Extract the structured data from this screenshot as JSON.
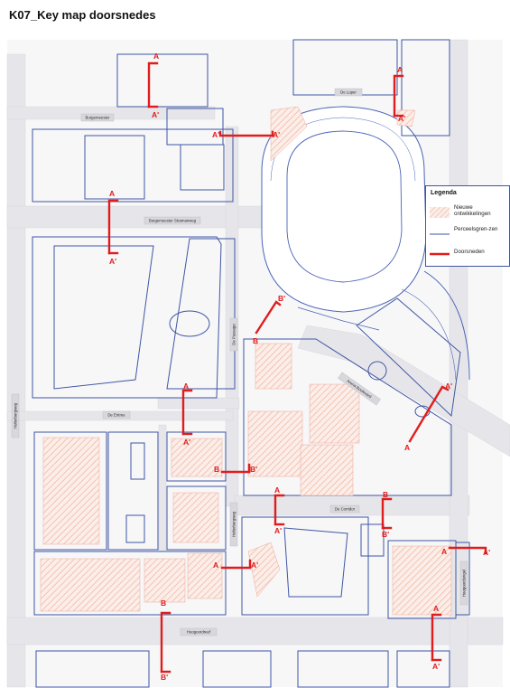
{
  "title": "K07_Key map doorsnedes",
  "legend": {
    "title": "Legenda",
    "items": [
      {
        "label": "Nieuwe ontwikkelingen",
        "key": "new_development"
      },
      {
        "label": "Perceelsgren-zen",
        "key": "parcel_boundaries"
      },
      {
        "label": "Doorsneden",
        "key": "sections"
      }
    ]
  },
  "colors": {
    "road": "#e9e9ec",
    "parcel_line": "#3f56a3",
    "building_line": "#4b64b5",
    "hatch": "#f1b8a8",
    "section": "#e01d1d"
  },
  "streets": {
    "de_loper": "De Loper",
    "burgemeester_1": "Burgemeester",
    "burgemeester_stramanweg": "Burgemeester Stramanweg",
    "de_passage": "De Passage",
    "de_entree": "De Entree",
    "arena_boulevard": "Arena Boulevard",
    "de_corridor": "De Corridor",
    "hoogoordreef": "Hoogoordreef",
    "holterbergweg_left": "Holterbergweg",
    "holterbergweg_mid": "Holterbergweg",
    "hoogoordsingel": "Hoogoordsingel"
  },
  "sections": [
    {
      "id": "s1",
      "start": "A",
      "end": "A'"
    },
    {
      "id": "s2",
      "start": "A",
      "end": "A'"
    },
    {
      "id": "s3",
      "start": "A'",
      "end": "A'"
    },
    {
      "id": "s4",
      "start": "A",
      "end": "A'"
    },
    {
      "id": "s5",
      "start": "B",
      "end": "B'"
    },
    {
      "id": "s6",
      "start": "A",
      "end": "A'"
    },
    {
      "id": "s7",
      "start": "A'",
      "end": "A"
    },
    {
      "id": "s8",
      "start": "B",
      "end": "B'"
    },
    {
      "id": "s9",
      "start": "A",
      "end": "A'"
    },
    {
      "id": "s10",
      "start": "B",
      "end": "B'"
    },
    {
      "id": "s11",
      "start": "A",
      "end": "A'"
    },
    {
      "id": "s12",
      "start": "A",
      "end": "A'"
    },
    {
      "id": "s13",
      "start": "B",
      "end": "B'"
    },
    {
      "id": "s14",
      "start": "A",
      "end": "A'"
    }
  ]
}
